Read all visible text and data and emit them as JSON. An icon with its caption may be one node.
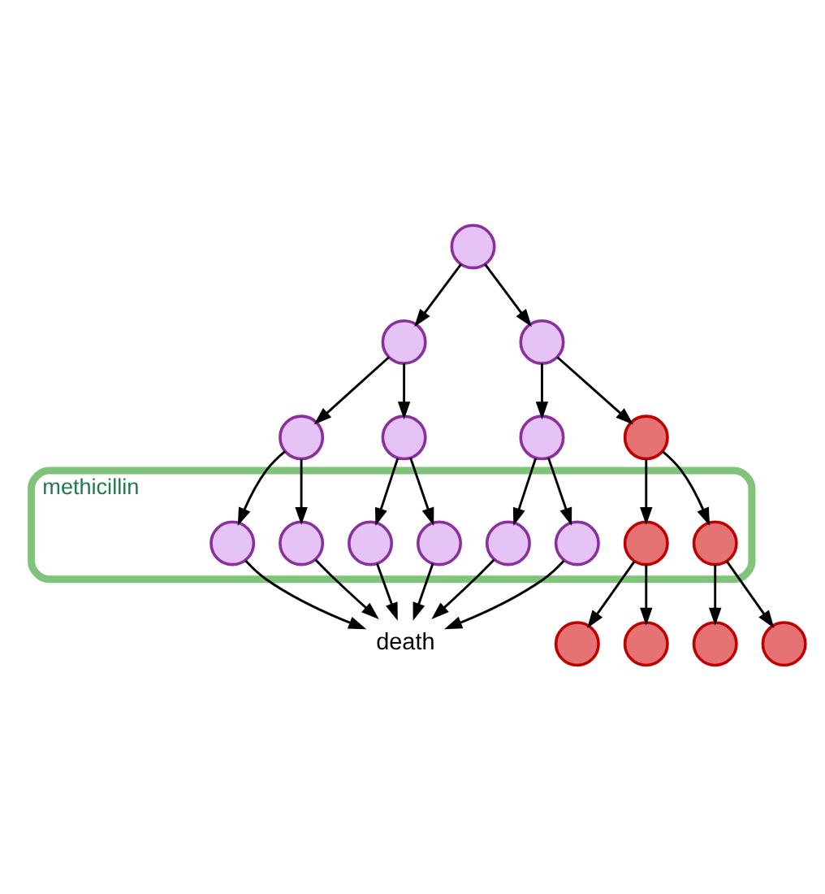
{
  "diagram": {
    "nodes": [
      {
        "text": [],
        "shape": "circle"
      },
      {
        "text": [],
        "shape": "circle"
      },
      {
        "text": [],
        "shape": "circle"
      },
      {
        "text": [],
        "shape": "circle"
      },
      {
        "text": [],
        "shape": "circle"
      },
      {
        "text": [],
        "shape": "circle"
      },
      {
        "text": [],
        "shape": "circle"
      },
      {
        "text": [],
        "shape": "box",
        "beside": [
          "methicillin"
        ]
      },
      {
        "text": [],
        "shape": "circle",
        "in": 7
      },
      {
        "text": [],
        "shape": "circle",
        "in": 7
      },
      {
        "text": [],
        "shape": "circle",
        "in": 7
      },
      {
        "text": [],
        "shape": "circle",
        "in": 7
      },
      {
        "text": [],
        "shape": "circle",
        "in": 7
      },
      {
        "text": [],
        "shape": "circle",
        "in": 7
      },
      {
        "text": [],
        "shape": "circle",
        "in": 7
      },
      {
        "text": [],
        "shape": "circle",
        "in": 7
      },
      {
        "text": [
          "death"
        ]
      },
      {
        "text": [],
        "shape": "circle"
      },
      {
        "text": [],
        "shape": "circle"
      },
      {
        "text": [],
        "shape": "circle"
      },
      {
        "text": [],
        "shape": "circle"
      }
    ],
    "edges": [
      {
        "from": 0,
        "to": 1,
        "arrow": "to"
      },
      {
        "from": 0,
        "to": 2,
        "arrow": "to"
      },
      {
        "from": 1,
        "to": 3,
        "arrow": "to"
      },
      {
        "from": 1,
        "to": 4,
        "arrow": "to"
      },
      {
        "from": 2,
        "to": 5,
        "arrow": "to"
      },
      {
        "from": 2,
        "to": 6,
        "arrow": "to"
      },
      {
        "from": 3,
        "to": 8,
        "arrow": "to"
      },
      {
        "from": 3,
        "to": 9,
        "arrow": "to"
      },
      {
        "from": 4,
        "to": 10,
        "arrow": "to"
      },
      {
        "from": 4,
        "to": 11,
        "arrow": "to"
      },
      {
        "from": 5,
        "to": 12,
        "arrow": "to"
      },
      {
        "from": 5,
        "to": 13,
        "arrow": "to"
      },
      {
        "from": 6,
        "to": 14,
        "arrow": "to"
      },
      {
        "from": 6,
        "to": 15,
        "arrow": "to"
      },
      {
        "from": 8,
        "to": 16,
        "arrow": "to"
      },
      {
        "from": 9,
        "to": 16,
        "arrow": "to"
      },
      {
        "from": 10,
        "to": 16,
        "arrow": "to"
      },
      {
        "from": 11,
        "to": 16,
        "arrow": "to"
      },
      {
        "from": 12,
        "to": 16,
        "arrow": "to"
      },
      {
        "from": 13,
        "to": 16,
        "arrow": "to"
      },
      {
        "from": 14,
        "to": 17,
        "arrow": "to"
      },
      {
        "from": 14,
        "to": 18,
        "arrow": "to"
      },
      {
        "from": 15,
        "to": 19,
        "arrow": "to"
      },
      {
        "from": 15,
        "to": 20,
        "arrow": "to"
      }
    ]
  }
}
